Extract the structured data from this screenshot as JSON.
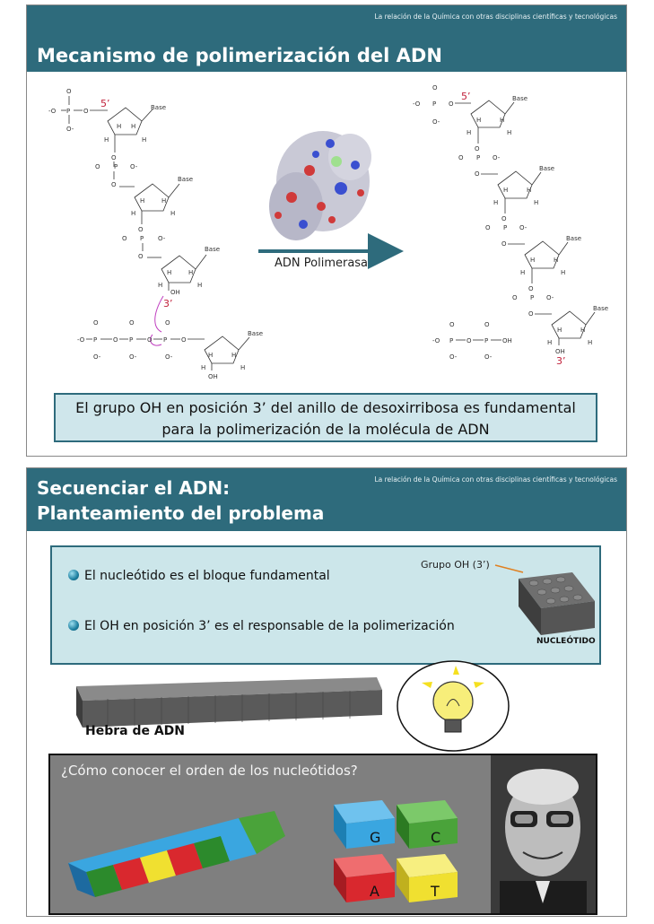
{
  "slide1": {
    "header_topline": "La relación de la Química con otras disciplinas científicas y tecnológicas",
    "title": "Mecanismo de polimerización del ADN",
    "arrow_label": "ADN Polimerasa",
    "caption_line1": "El grupo OH en posición 3’ del anillo de desoxirribosa es fundamental",
    "caption_line2": "para la polimerización de la molécula de ADN",
    "labels": {
      "five_prime": "5’",
      "three_prime": "3’",
      "base": "Base",
      "oh": "OH",
      "h": "H",
      "o": "O",
      "o_minus": "O-",
      "p": "P"
    }
  },
  "slide2": {
    "header_topline": "La relación de la Química con otras disciplinas científicas y tecnológicas",
    "title_line1": "Secuenciar el ADN:",
    "title_line2": "Planteamiento del problema",
    "bullet1": "El nucleótido es el bloque fundamental",
    "bullet2": "El OH en posición 3’ es el responsable de la polimerización",
    "grupo_label": "Grupo OH (3’)",
    "nucleotido_label": "NUCLEÓTIDO",
    "hebra_label": "Hebra de ADN",
    "question": "¿Cómo conocer el orden de los nucleótidos?",
    "blocks": [
      {
        "letter": "G",
        "color": "#3aa6e0"
      },
      {
        "letter": "C",
        "color": "#4aa33a"
      },
      {
        "letter": "A",
        "color": "#d9282e"
      },
      {
        "letter": "T",
        "color": "#f0e030"
      }
    ]
  }
}
